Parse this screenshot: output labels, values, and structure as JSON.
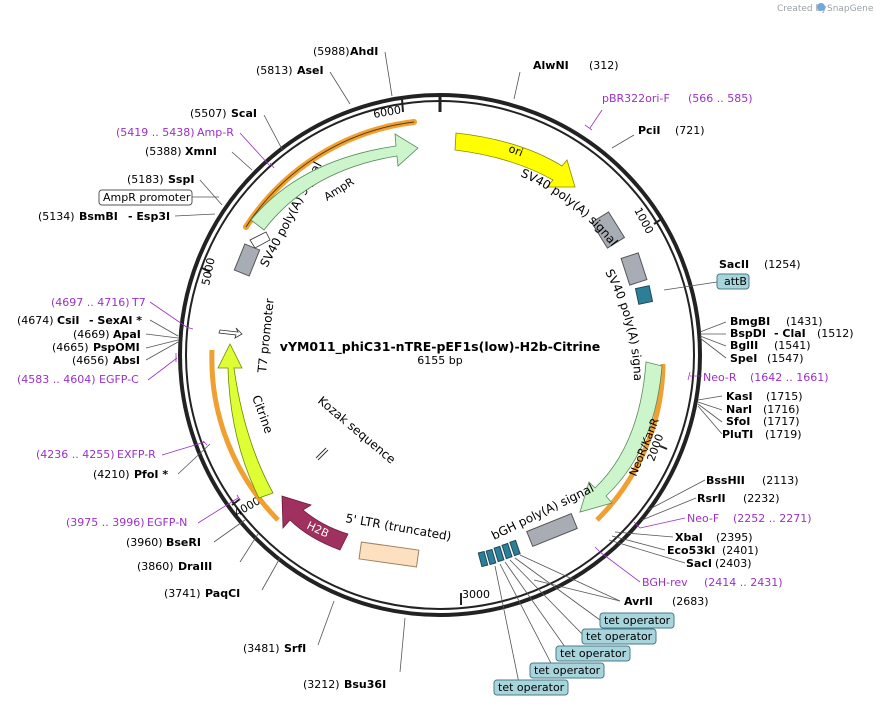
{
  "credit": {
    "prefix": "Created by",
    "brand": "SnapGene"
  },
  "plasmid": {
    "name": "vYM011_phiC31-nTRE-pEF1s(low)-H2b-Citrine",
    "size_label": "6155 bp",
    "length": 6155
  },
  "ticks": [
    {
      "pos": 1000,
      "label": "1000"
    },
    {
      "pos": 2000,
      "label": "2000"
    },
    {
      "pos": 3000,
      "label": "3000"
    },
    {
      "pos": 4000,
      "label": "4000"
    },
    {
      "pos": 5000,
      "label": "5000"
    },
    {
      "pos": 6000,
      "label": "6000"
    }
  ],
  "features": [
    {
      "id": "ori",
      "label": "ori",
      "color": "#ffff00",
      "stroke": "#9a9a00"
    },
    {
      "id": "ampr",
      "label": "AmpR",
      "color": "#ccf5cc",
      "stroke": "#5a8a5a"
    },
    {
      "id": "neor",
      "label": "NeoR/KanR",
      "color": "#ccf5cc",
      "stroke": "#5a8a5a"
    },
    {
      "id": "citrine",
      "label": "Citrine",
      "color": "#ddff33",
      "stroke": "#6b8a00"
    },
    {
      "id": "h2b",
      "label": "H2B",
      "color": "#a0305f",
      "stroke": "#6a1a3a"
    },
    {
      "id": "ltr",
      "label": "5' LTR (truncated)",
      "color": "#fde0c0",
      "stroke": "#a08060"
    },
    {
      "id": "sv40a",
      "label": "SV40 poly(A) signal",
      "color": "#a8adb5",
      "stroke": "#666"
    },
    {
      "id": "sv40b",
      "label": "SV40 poly(A) signal",
      "color": "#a8adb5",
      "stroke": "#666"
    },
    {
      "id": "sv40c",
      "label": "SV40 poly(A) signal",
      "color": "#a8adb5",
      "stroke": "#666"
    },
    {
      "id": "bgh",
      "label": "bGH poly(A) signal",
      "color": "#a8adb5",
      "stroke": "#666"
    },
    {
      "id": "t7",
      "label": "T7 promoter",
      "color": "#ffffff",
      "stroke": "#333"
    },
    {
      "id": "kozak",
      "label": "Kozak sequence",
      "color": "#ffffff",
      "stroke": "#333"
    },
    {
      "id": "attb",
      "label": "attB",
      "color": "#2d7f98",
      "stroke": "#1a4a5a"
    },
    {
      "id": "tetop",
      "label": "tet operator",
      "color": "#2d7f98",
      "stroke": "#1a4a5a"
    }
  ],
  "boxed_labels": [
    {
      "id": "attB",
      "text": "attB"
    },
    {
      "id": "ampr_promoter",
      "text": "AmpR promoter"
    },
    {
      "id": "tet1",
      "text": "tet operator"
    },
    {
      "id": "tet2",
      "text": "tet operator"
    },
    {
      "id": "tet3",
      "text": "tet operator"
    },
    {
      "id": "tet4",
      "text": "tet operator"
    },
    {
      "id": "tet5",
      "text": "tet operator"
    }
  ],
  "sites_right": [
    {
      "name": "AlwNI",
      "pos": "(312)"
    },
    {
      "name": "PciI",
      "pos": "(721)"
    },
    {
      "name": "SacII",
      "pos": "(1254)"
    },
    {
      "name": "BmgBI",
      "pos": "(1431)"
    },
    {
      "name": "BspDI",
      "extra": "- ClaI",
      "pos": "(1512)"
    },
    {
      "name": "BglII",
      "pos": "(1541)"
    },
    {
      "name": "SpeI",
      "pos": "(1547)"
    },
    {
      "name": "KasI",
      "pos": "(1715)"
    },
    {
      "name": "NarI",
      "pos": "(1716)"
    },
    {
      "name": "SfoI",
      "pos": "(1717)"
    },
    {
      "name": "PluTI",
      "pos": "(1719)"
    },
    {
      "name": "BssHII",
      "pos": "(2113)"
    },
    {
      "name": "RsrII",
      "pos": "(2232)"
    },
    {
      "name": "XbaI",
      "pos": "(2395)"
    },
    {
      "name": "Eco53kI",
      "pos": "(2401)"
    },
    {
      "name": "SacI",
      "pos": "(2403)"
    },
    {
      "name": "AvrII",
      "pos": "(2683)"
    }
  ],
  "sites_left": [
    {
      "name": "AhdI",
      "pos": "(5988)"
    },
    {
      "name": "AseI",
      "pos": "(5813)"
    },
    {
      "name": "ScaI",
      "pos": "(5507)"
    },
    {
      "name": "XmnI",
      "pos": "(5388)"
    },
    {
      "name": "SspI",
      "pos": "(5183)"
    },
    {
      "name": "BsmBI",
      "extra": "- Esp3I",
      "pos": "(5134)"
    },
    {
      "name": "CsiI",
      "extra": "- SexAI *",
      "pos": "(4674)"
    },
    {
      "name": "ApaI",
      "pos": "(4669)"
    },
    {
      "name": "PspOMI",
      "pos": "(4665)"
    },
    {
      "name": "AbsI",
      "pos": "(4656)"
    },
    {
      "name": "PfoI *",
      "pos": "(4210)"
    },
    {
      "name": "BseRI",
      "pos": "(3960)"
    },
    {
      "name": "DraIII",
      "pos": "(3860)"
    },
    {
      "name": "PaqCI",
      "pos": "(3741)"
    },
    {
      "name": "SrfI",
      "pos": "(3481)"
    },
    {
      "name": "Bsu36I",
      "pos": "(3212)"
    }
  ],
  "primers": [
    {
      "name": "pBR322ori-F",
      "range": "(566 .. 585)"
    },
    {
      "name": "Neo-R",
      "range": "(1642 .. 1661)"
    },
    {
      "name": "Neo-F",
      "range": "(2252 .. 2271)"
    },
    {
      "name": "BGH-rev",
      "range": "(2414 .. 2431)"
    },
    {
      "name": "T7",
      "range": "(4697 .. 4716)"
    },
    {
      "name": "EGFP-C",
      "range": "(4583 .. 4604)"
    },
    {
      "name": "EXFP-R",
      "range": "(4236 .. 4255)"
    },
    {
      "name": "EGFP-N",
      "range": "(3975 .. 3996)"
    },
    {
      "name": "Amp-R",
      "range": "(5419 .. 5438)"
    }
  ]
}
